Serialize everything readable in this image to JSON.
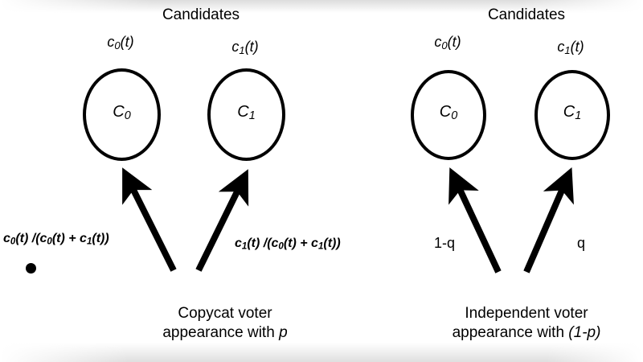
{
  "diagram": {
    "title_left": "Candidates",
    "title_right": "Candidates",
    "panels": [
      {
        "id": "copycat",
        "group_title": "Candidates",
        "nodes": [
          {
            "id": "c0",
            "top_label_base": "c",
            "top_label_sub": "0",
            "top_label_rest": "(t)",
            "inner_base": "C",
            "inner_sub": "0"
          },
          {
            "id": "c1",
            "top_label_base": "c",
            "top_label_sub": "1",
            "top_label_rest": "(t)",
            "inner_base": "C",
            "inner_sub": "1"
          }
        ],
        "edges": [
          {
            "id": "to-c0",
            "weight": "c0(t) /(c0(t) + c1(t))"
          },
          {
            "id": "to-c1",
            "weight": "c1(t) /(c0(t) + c1(t))"
          }
        ],
        "caption_line1": "Copycat voter",
        "caption_line2_prefix": "appearance with",
        "caption_line2_symbol": "p"
      },
      {
        "id": "independent",
        "group_title": "Candidates",
        "nodes": [
          {
            "id": "c0",
            "top_label_base": "c",
            "top_label_sub": "0",
            "top_label_rest": "(t)",
            "inner_base": "C",
            "inner_sub": "0"
          },
          {
            "id": "c1",
            "top_label_base": "c",
            "top_label_sub": "1",
            "top_label_rest": "(t)",
            "inner_base": "C",
            "inner_sub": "1"
          }
        ],
        "edges": [
          {
            "id": "to-c0",
            "weight": "1-q"
          },
          {
            "id": "to-c1",
            "weight": "q"
          }
        ],
        "caption_line1": "Independent voter",
        "caption_line2_prefix": "appearance with",
        "caption_line2_symbol": "(1-p)"
      }
    ],
    "colors": {
      "stroke": "#000000",
      "text": "#000000",
      "background": "#ffffff"
    }
  },
  "labels": {
    "left_c0_base": "c",
    "left_c0_sub": "0",
    "left_c0_rest": "(t)",
    "left_c1_base": "c",
    "left_c1_sub": "1",
    "left_c1_rest": "(t)",
    "inner_C_base": "C",
    "inner_C0_sub": "0",
    "inner_C1_sub": "1",
    "formula_left_a": "c",
    "formula_left_sub1": "0",
    "formula_left_b": "(t) /(",
    "formula_left_c": "c",
    "formula_left_sub2": "0",
    "formula_left_d": "(t) + ",
    "formula_left_e": "c",
    "formula_left_sub3": "1",
    "formula_left_f": "(t))",
    "formula_right_a": "c",
    "formula_right_sub1": "1",
    "formula_right_b": "(t) /(",
    "formula_right_c": "c",
    "formula_right_sub2": "0",
    "formula_right_d": "(t) + ",
    "formula_right_e": "c",
    "formula_right_sub3": "1",
    "formula_right_f": "(t))",
    "weight_1_minus_q": "1-q",
    "weight_q": "q"
  }
}
